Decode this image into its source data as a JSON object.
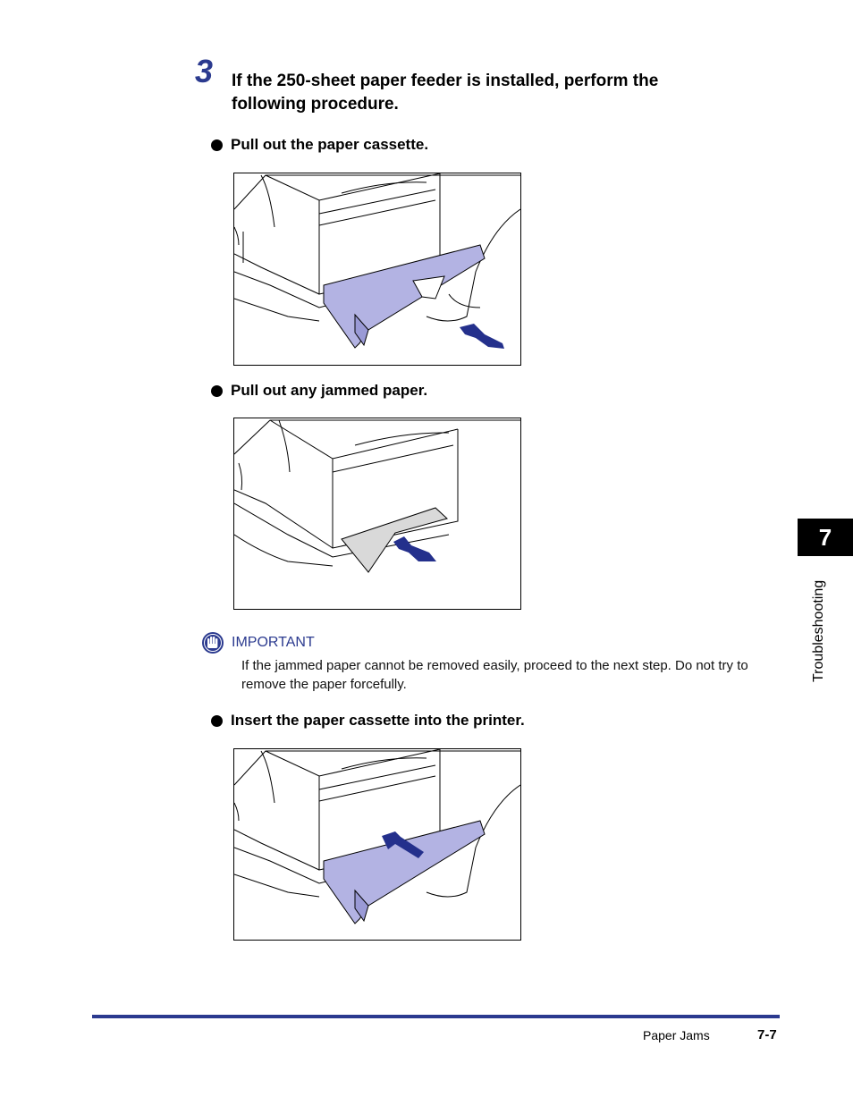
{
  "step": {
    "number": "3",
    "title": "If the 250-sheet paper feeder is installed, perform the following procedure."
  },
  "bullets": [
    "Pull out the paper cassette.",
    "Pull out any jammed paper.",
    "Insert the paper cassette into the printer."
  ],
  "important": {
    "label": "IMPORTANT",
    "text": "If the jammed paper cannot be removed easily, proceed to the next step. Do not try to remove the paper forcefully.",
    "icon": "hand-stop-icon"
  },
  "side_tab": {
    "chapter": "7",
    "label": "Troubleshooting"
  },
  "footer": {
    "section": "Paper Jams",
    "page": "7-7"
  },
  "colors": {
    "accent": "#2b3a8f",
    "cassette": "#b3b3e3",
    "arrow": "#24308c"
  }
}
